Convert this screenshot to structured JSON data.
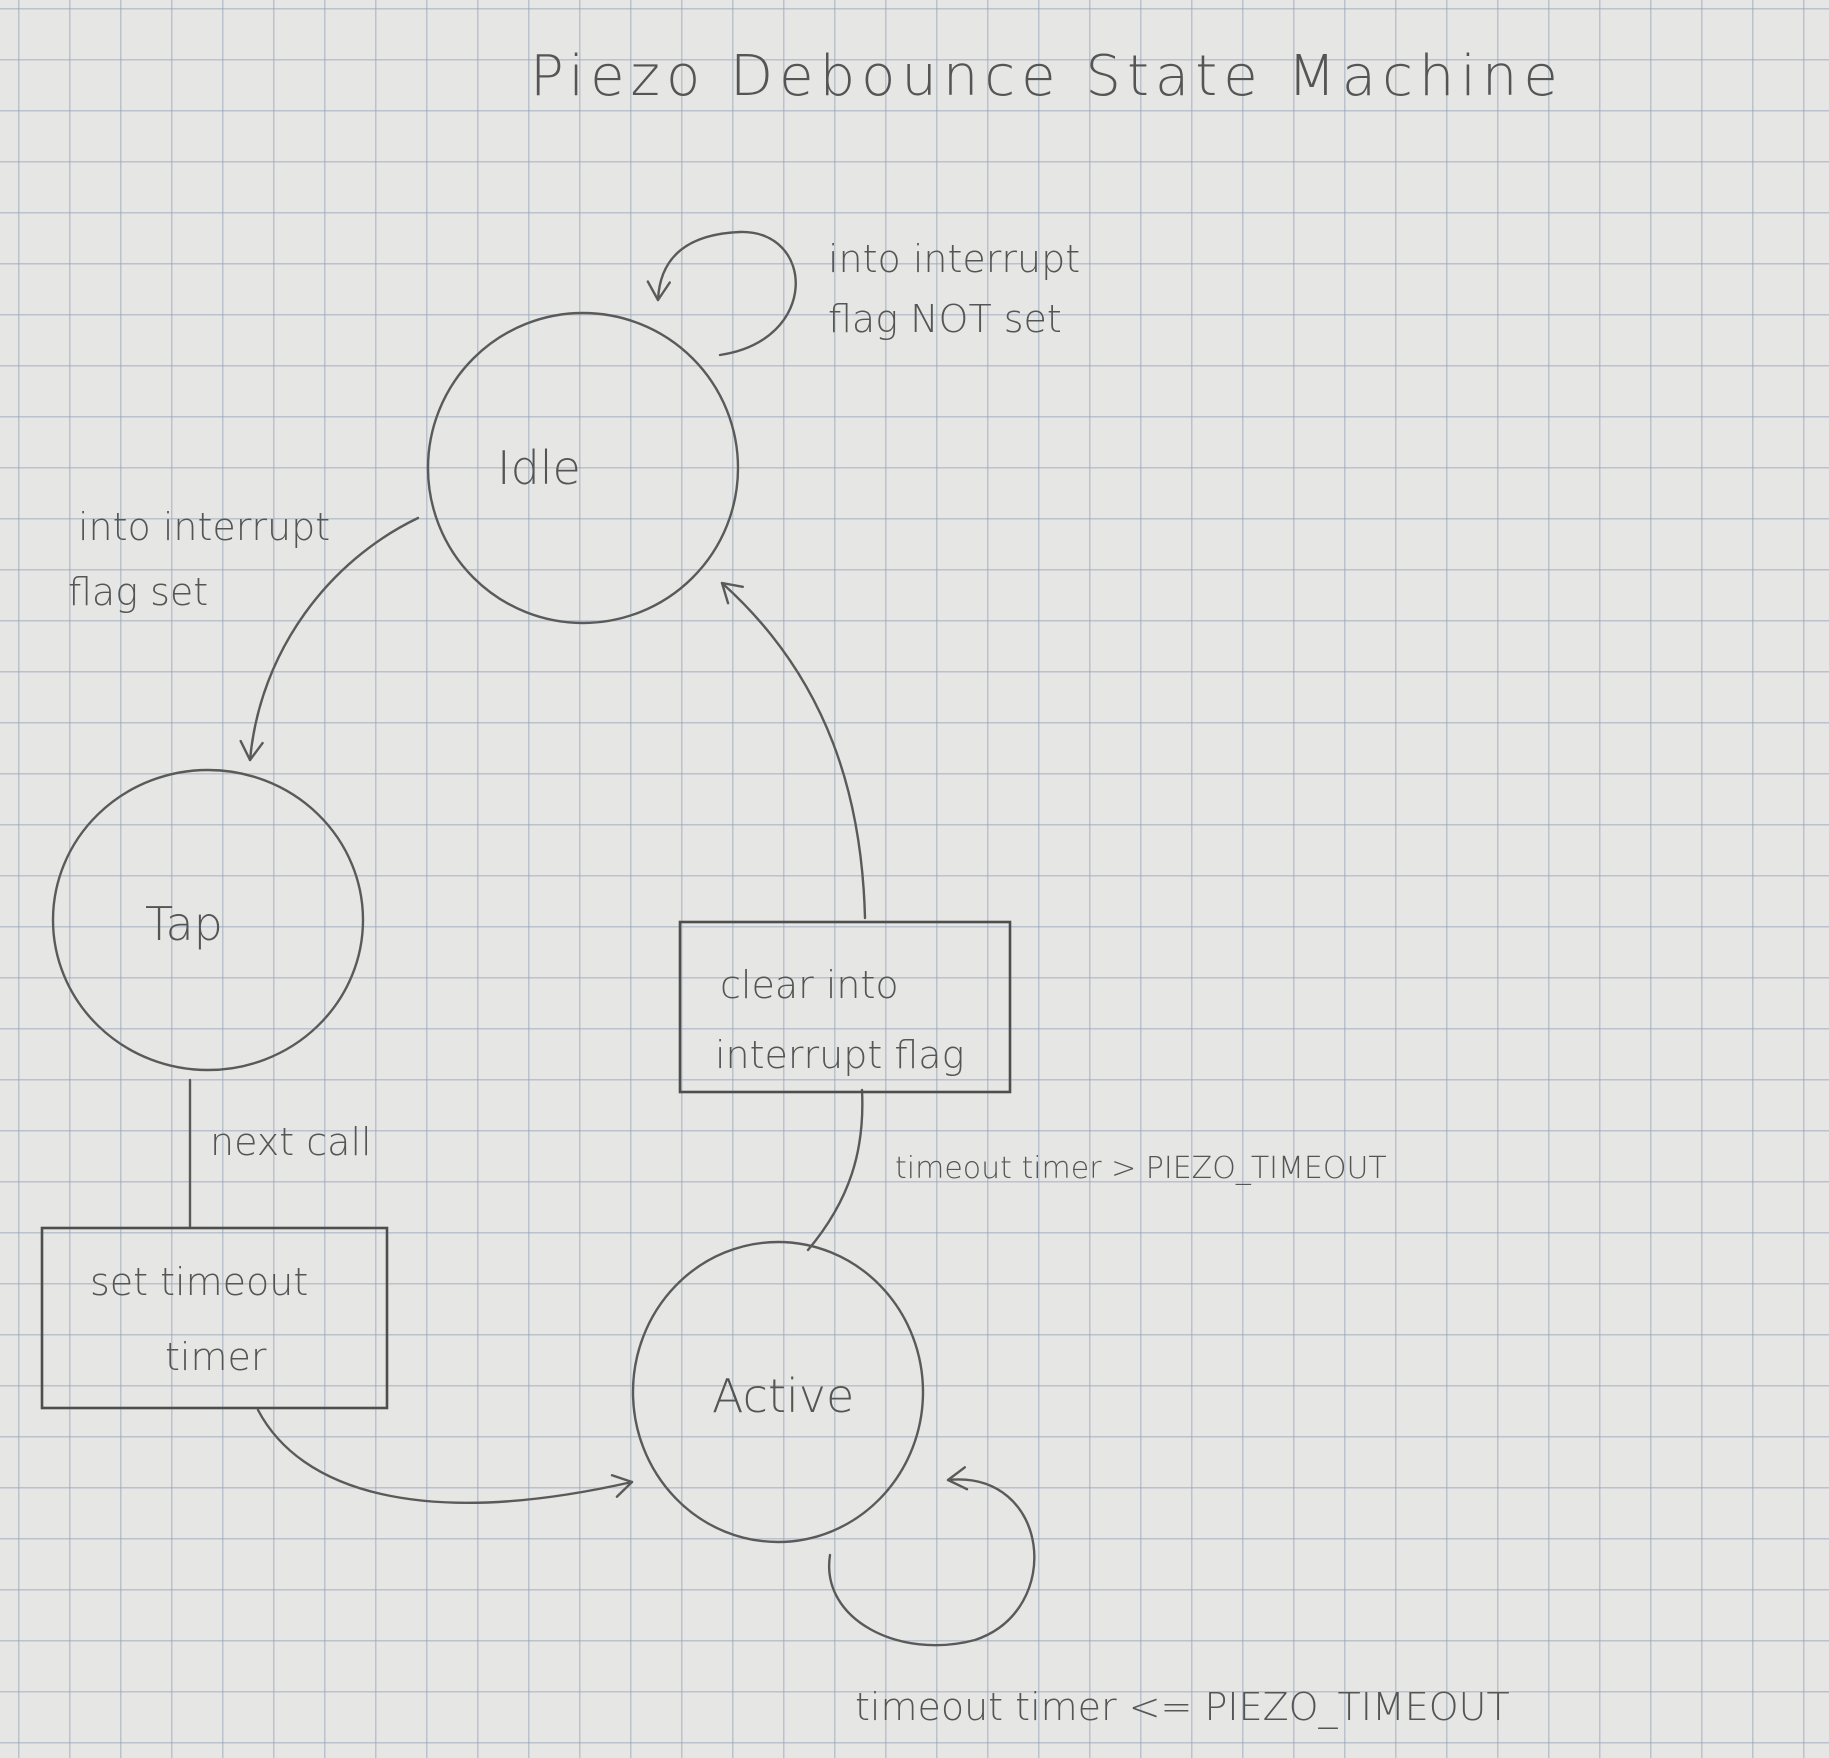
{
  "title": "Piezo Debounce State Machine",
  "states": {
    "idle": "Idle",
    "tap": "Tap",
    "active": "Active"
  },
  "actions": {
    "clear_flag": [
      "clear into",
      "interrupt flag"
    ],
    "set_timer": [
      "set timeout",
      "timer"
    ]
  },
  "transitions": {
    "idle_self": [
      "into interrupt",
      "flag NOT set"
    ],
    "idle_to_tap": [
      "into interrupt",
      "flag set"
    ],
    "tap_next": "next call",
    "active_to_idle": "timeout timer > PIEZO_TIMEOUT",
    "active_self": "timeout timer <= PIEZO_TIMEOUT"
  }
}
